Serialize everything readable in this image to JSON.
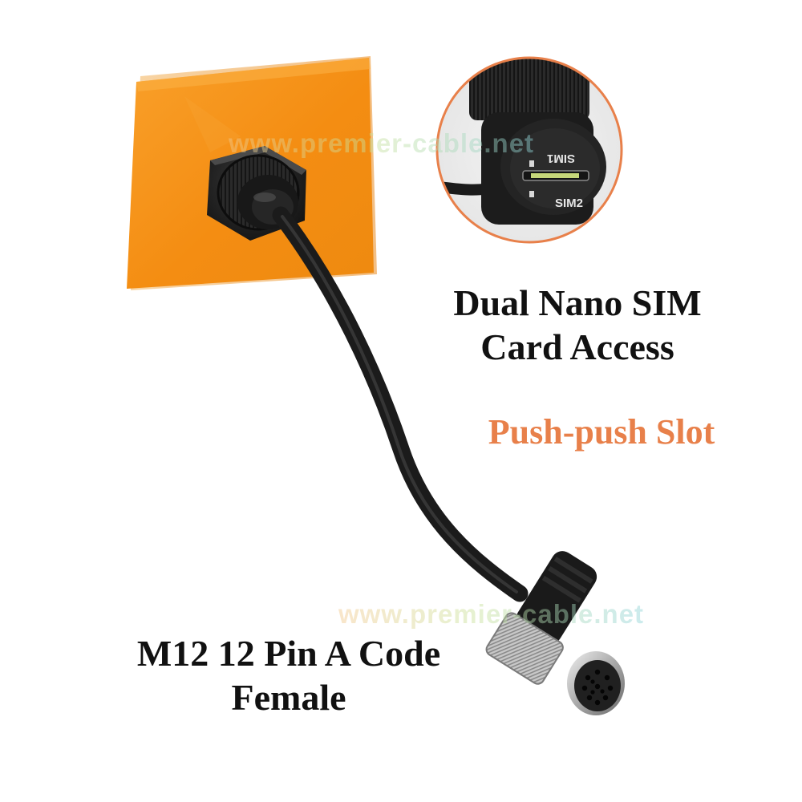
{
  "image": {
    "description_tags": [
      "product-photo",
      "m12-connector",
      "panel-mount",
      "sim-card-slot"
    ]
  },
  "inset": {
    "sim1_label": "SIM1",
    "sim2_label": "SIM2"
  },
  "captions": {
    "sim_access": "Dual Nano SIM\nCard Access",
    "slot_type": "Push-push Slot",
    "connector": "M12 12 Pin A Code\nFemale"
  },
  "watermarks": {
    "top": "www.premier-cable.net",
    "bottom": "www.premier-cable.net"
  },
  "colors": {
    "panel_orange": "#f7941d",
    "accent_orange": "#e8804a",
    "cable_black": "#1e1e1e",
    "caption_black": "#111111"
  }
}
